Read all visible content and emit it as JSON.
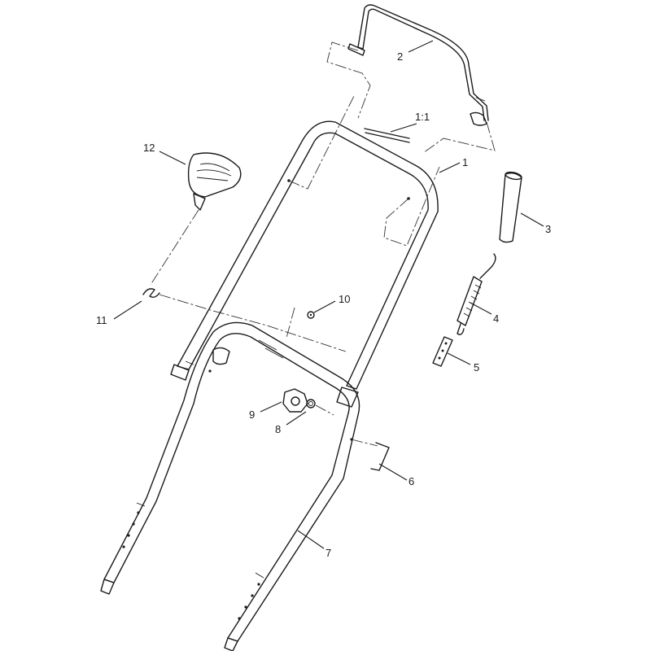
{
  "callouts": [
    {
      "id": "1",
      "label": "1"
    },
    {
      "id": "1-1",
      "label": "1:1"
    },
    {
      "id": "2",
      "label": "2"
    },
    {
      "id": "3",
      "label": "3"
    },
    {
      "id": "4",
      "label": "4"
    },
    {
      "id": "5",
      "label": "5"
    },
    {
      "id": "6",
      "label": "6"
    },
    {
      "id": "7",
      "label": "7"
    },
    {
      "id": "8",
      "label": "8"
    },
    {
      "id": "9",
      "label": "9"
    },
    {
      "id": "10",
      "label": "10"
    },
    {
      "id": "11",
      "label": "11"
    },
    {
      "id": "12",
      "label": "12"
    }
  ],
  "colors": {
    "line": "#1a1a1a",
    "background": "#ffffff"
  }
}
